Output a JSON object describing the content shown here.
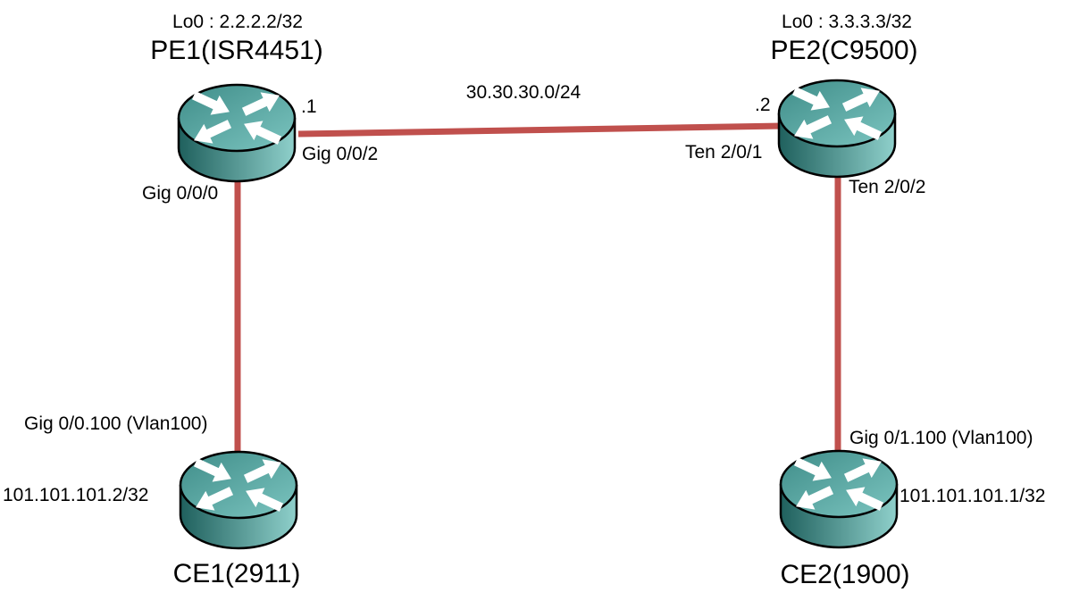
{
  "diagram_type": "network-topology",
  "nodes": {
    "pe1": {
      "title": "PE1(ISR4451)",
      "loopback": "Lo0 : 2.2.2.2/32"
    },
    "pe2": {
      "title": "PE2(C9500)",
      "loopback": "Lo0 : 3.3.3.3/32"
    },
    "ce1": {
      "title": "CE1(2911)",
      "ip": "101.101.101.2/32"
    },
    "ce2": {
      "title": "CE2(1900)",
      "ip": "101.101.101.1/32"
    }
  },
  "links": {
    "pe1_pe2": {
      "subnet": "30.30.30.0/24",
      "pe1_addr": ".1",
      "pe1_if": "Gig 0/0/2",
      "pe2_addr": ".2",
      "pe2_if": "Ten 2/0/1"
    },
    "pe1_ce1": {
      "pe1_if": "Gig 0/0/0",
      "ce1_if": "Gig 0/0.100 (Vlan100)"
    },
    "pe2_ce2": {
      "pe2_if": "Ten 2/0/2",
      "ce2_if": "Gig 0/1.100 (Vlan100)"
    }
  },
  "icons": {
    "router": "cisco-router-icon"
  },
  "colors": {
    "link": "#c0504d",
    "router_top_dark": "#3f8d89",
    "router_top_light": "#7cc5c0",
    "router_body_dark": "#1f605d",
    "router_body_light": "#8fd0cb",
    "arrow": "#ffffff",
    "outline": "#000000",
    "background": "#ffffff"
  }
}
